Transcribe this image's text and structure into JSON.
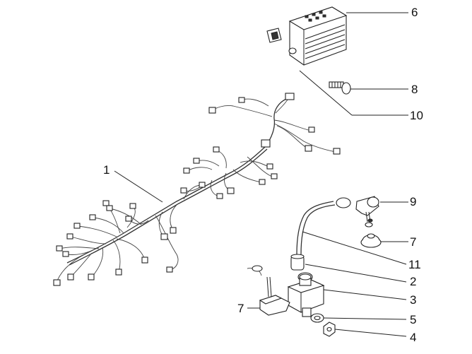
{
  "callouts": [
    {
      "id": "c1",
      "label": "1"
    },
    {
      "id": "c2",
      "label": "2"
    },
    {
      "id": "c3",
      "label": "3"
    },
    {
      "id": "c4",
      "label": "4"
    },
    {
      "id": "c5",
      "label": "5"
    },
    {
      "id": "c6",
      "label": "6"
    },
    {
      "id": "c7a",
      "label": "7"
    },
    {
      "id": "c7b",
      "label": "7"
    },
    {
      "id": "c8",
      "label": "8"
    },
    {
      "id": "c9",
      "label": "9"
    },
    {
      "id": "c10",
      "label": "10"
    },
    {
      "id": "c11",
      "label": "11"
    }
  ]
}
